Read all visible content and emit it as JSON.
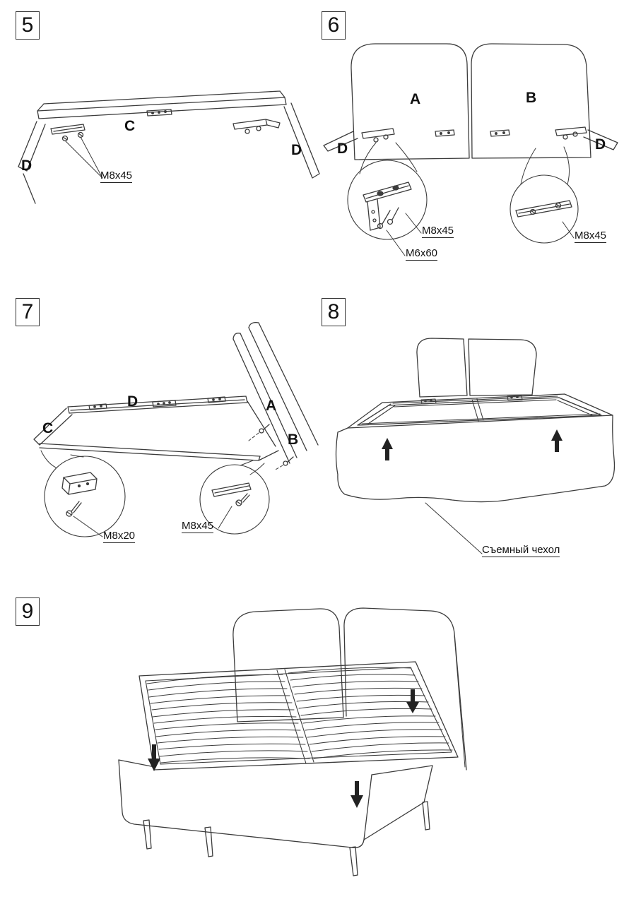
{
  "steps": {
    "s5": {
      "number": "5",
      "part_c": "C",
      "part_d_left": "D",
      "part_d_right": "D",
      "screw": "M8x45"
    },
    "s6": {
      "number": "6",
      "part_a": "A",
      "part_b": "B",
      "part_d_left": "D",
      "part_d_right": "D",
      "screw_left": "M8x45",
      "bolt": "M6x60",
      "screw_right": "M8x45"
    },
    "s7": {
      "number": "7",
      "part_d": "D",
      "part_a": "A",
      "part_c": "C",
      "part_b": "B",
      "screw_small": "M8x20",
      "screw_large": "M8x45"
    },
    "s8": {
      "number": "8",
      "cover": "Съемный чехол"
    },
    "s9": {
      "number": "9"
    }
  }
}
